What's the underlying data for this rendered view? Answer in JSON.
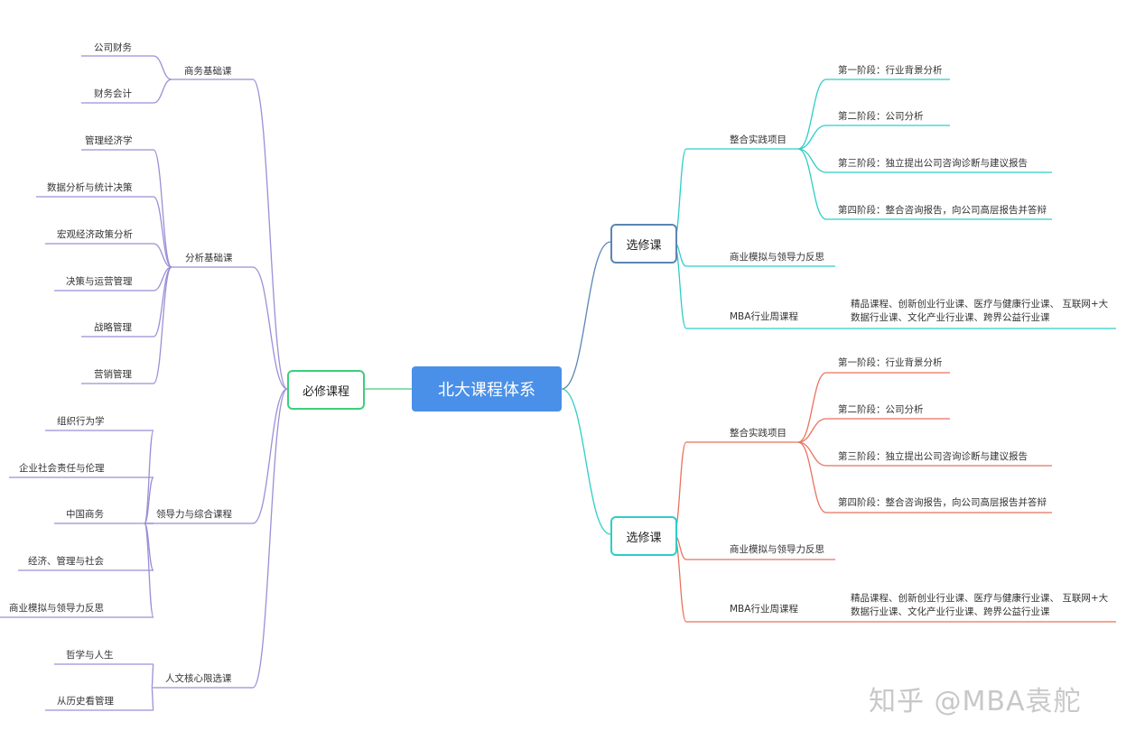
{
  "root": {
    "label": "北大课程体系"
  },
  "required": {
    "label": "必修课程",
    "groups": [
      {
        "label": "商务基础课",
        "items": [
          "公司财务",
          "财务会计"
        ]
      },
      {
        "label": "分析基础课",
        "items": [
          "管理经济学",
          "数据分析与统计决策",
          "宏观经济政策分析",
          "决策与运营管理",
          "战略管理",
          "营销管理"
        ]
      },
      {
        "label": "领导力与综合课程",
        "items": [
          "组织行为学",
          "企业社会责任与伦理",
          "中国商务",
          "经济、管理与社会",
          "商业模拟与领导力反思"
        ]
      },
      {
        "label": "人文核心限选课",
        "items": [
          "哲学与人生",
          "从历史看管理"
        ]
      }
    ]
  },
  "elective_top": {
    "label": "选修课",
    "project": {
      "label": "整合实践项目",
      "stages": [
        "第一阶段：行业背景分析",
        "第二阶段：公司分析",
        "第三阶段：独立提出公司咨询诊断与建议报告",
        "第四阶段：整合咨询报告，向公司高层报告并答辩"
      ]
    },
    "simulation": "商业模拟与领导力反思",
    "mba_week": {
      "label": "MBA行业周课程",
      "desc_line1": "精品课程、创新创业行业课、医疗与健康行业课、 互联网+大",
      "desc_line2": "数据行业课、文化产业行业课、跨界公益行业课"
    }
  },
  "elective_bottom": {
    "label": "选修课",
    "project": {
      "label": "整合实践项目",
      "stages": [
        "第一阶段：行业背景分析",
        "第二阶段：公司分析",
        "第三阶段：独立提出公司咨询诊断与建议报告",
        "第四阶段：整合咨询报告，向公司高层报告并答辩"
      ]
    },
    "simulation": "商业模拟与领导力反思",
    "mba_week": {
      "label": "MBA行业周课程",
      "desc_line1": "精品课程、创新创业行业课、医疗与健康行业课、 互联网+大",
      "desc_line2": "数据行业课、文化产业行业课、跨界公益行业课"
    }
  },
  "watermark": "知乎 @MBA袁舵",
  "colors": {
    "left_branch": "#9b8fd6",
    "center_link": "#3ccf7a",
    "elective_top_branch": "#2ecdc6",
    "elective_bottom_branch": "#e8725f",
    "root_to_elective1": "#5b86b3",
    "root_to_elective2": "#2ecdc6",
    "root_fill": "#4a90e8"
  }
}
